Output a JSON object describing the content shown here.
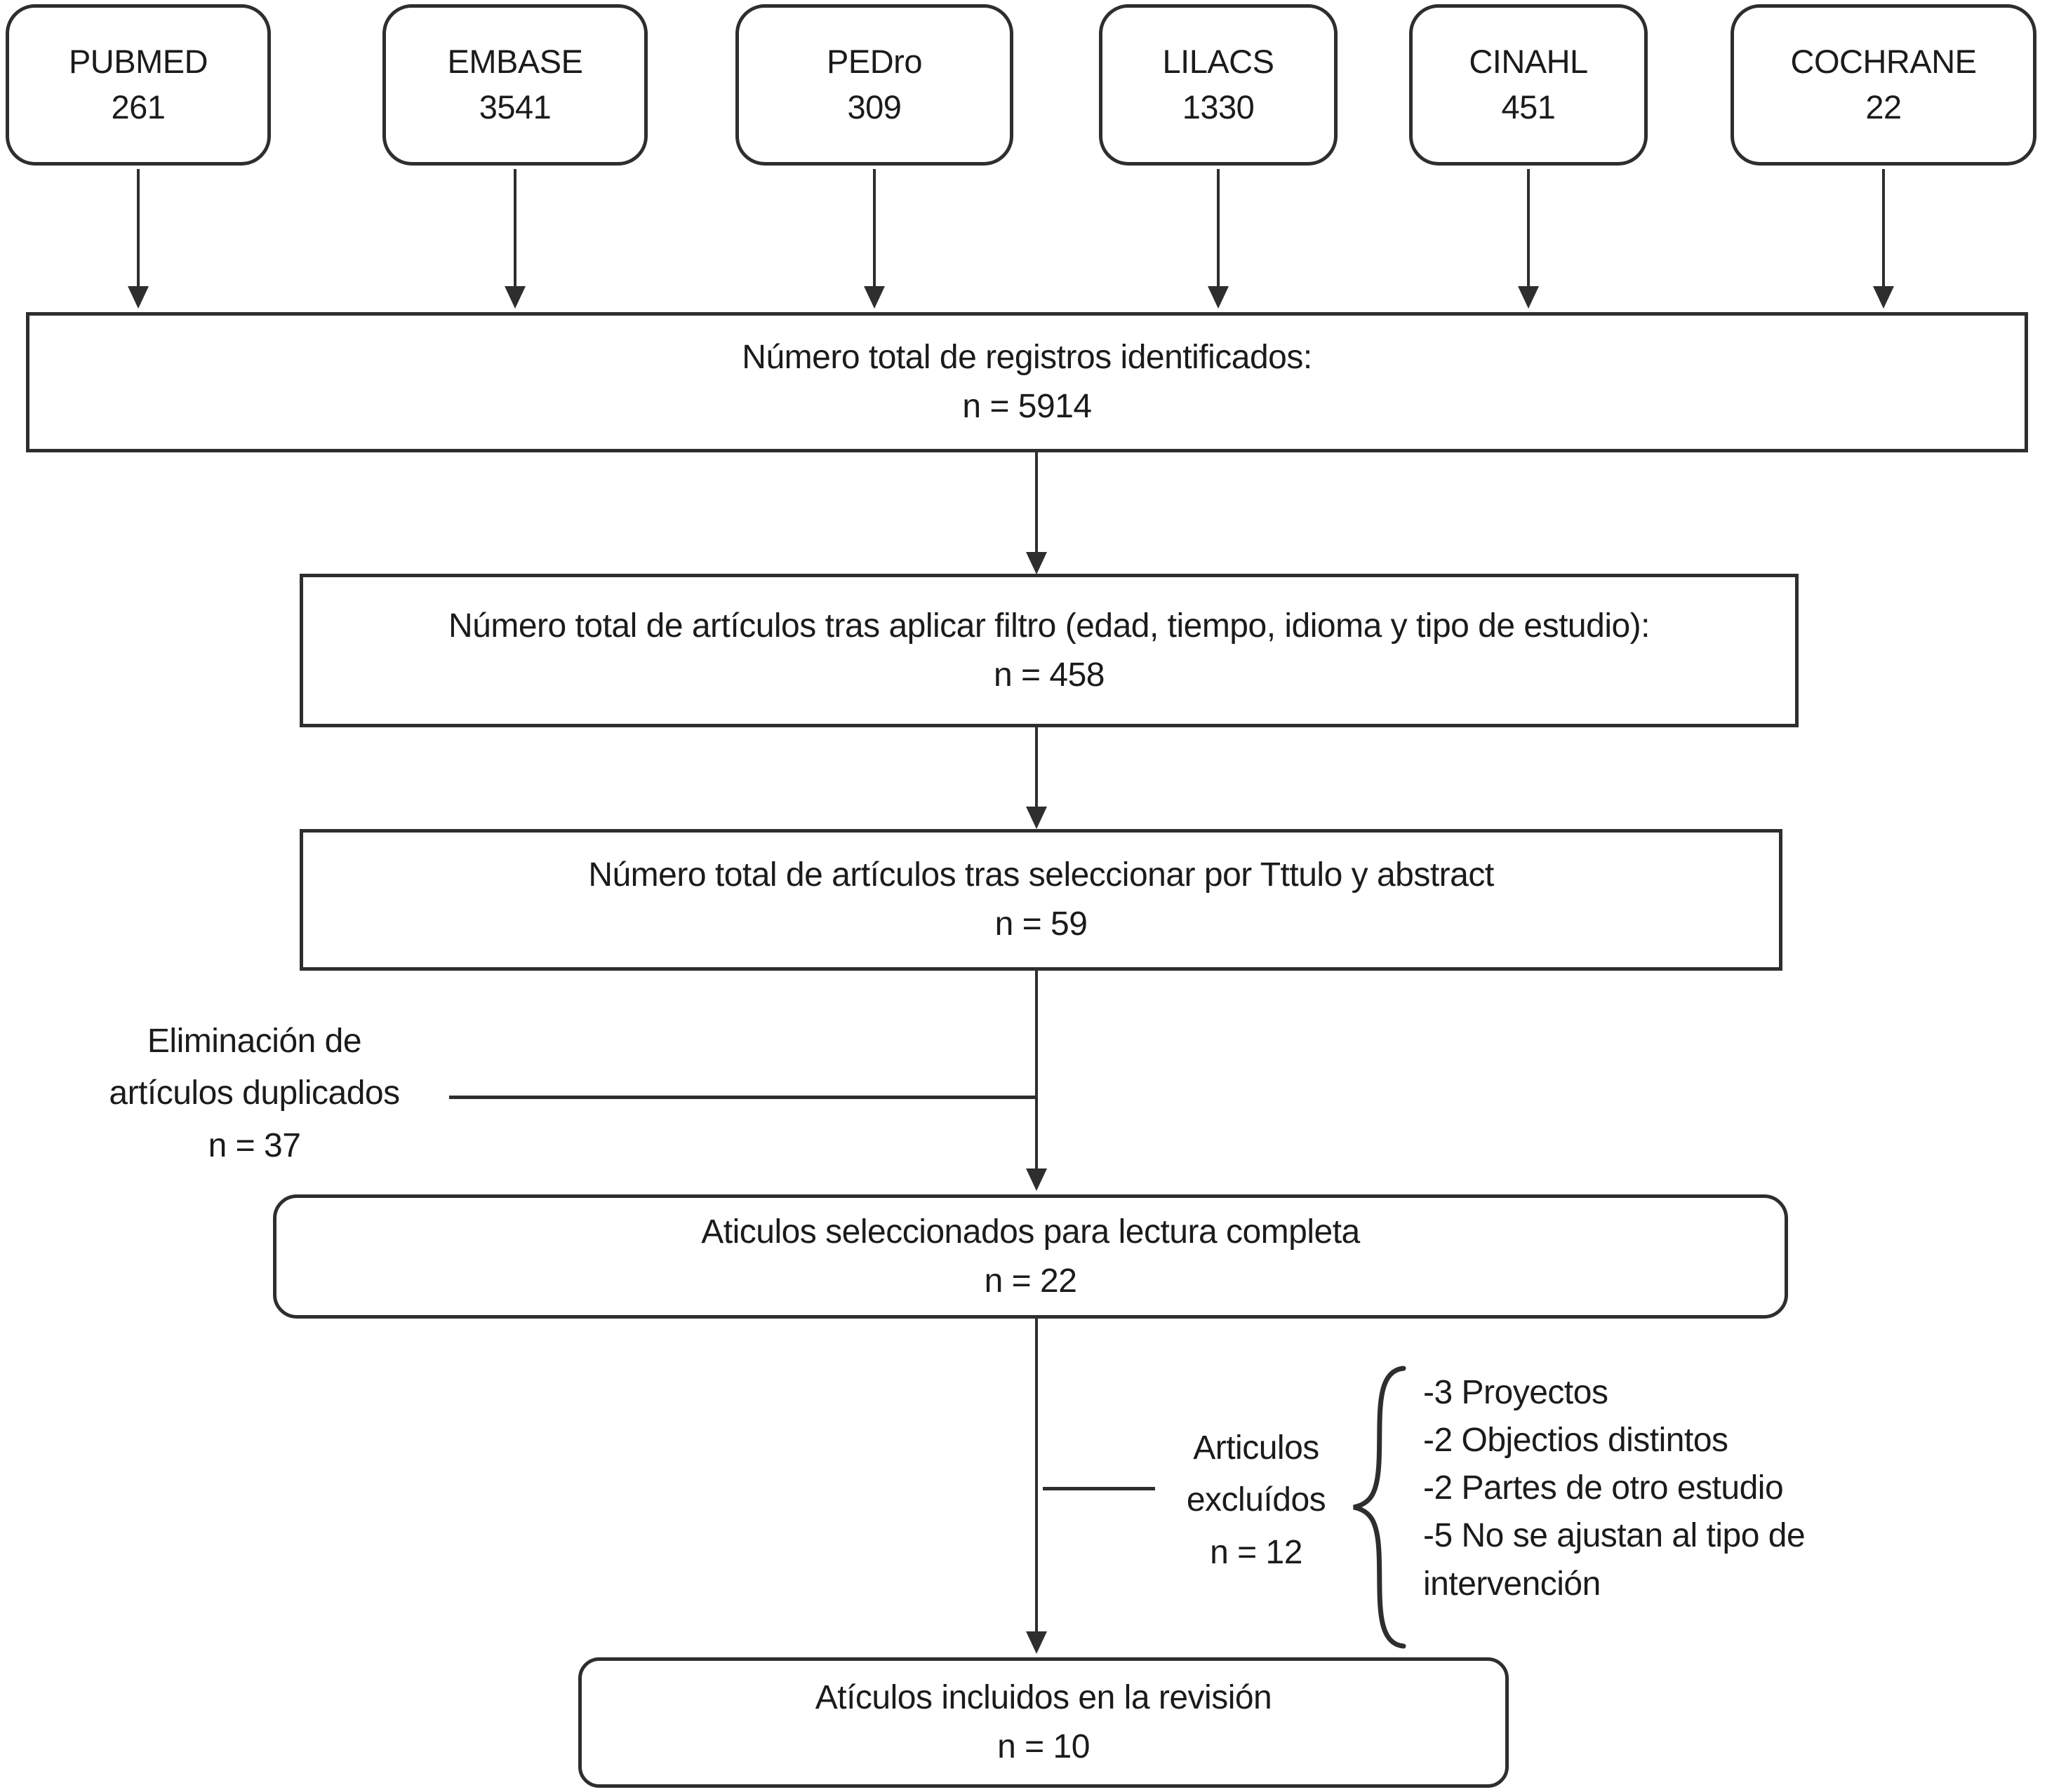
{
  "sources": [
    {
      "name": "PUBMED",
      "count": "261"
    },
    {
      "name": "EMBASE",
      "count": "3541"
    },
    {
      "name": "PEDro",
      "count": "309"
    },
    {
      "name": "LILACS",
      "count": "1330"
    },
    {
      "name": "CINAHL",
      "count": "451"
    },
    {
      "name": "COCHRANE",
      "count": "22"
    }
  ],
  "flow": {
    "identified": {
      "label": "Número total de registros identificados:",
      "n": "n = 5914"
    },
    "filtered": {
      "label": "Número total de artículos tras aplicar filtro (edad, tiempo, idioma y tipo de estudio):",
      "n": "n = 458"
    },
    "title_abstract": {
      "label": "Número total de artículos tras seleccionar por Tttulo y abstract",
      "n": "n = 59"
    },
    "full_text": {
      "label": "Aticulos seleccionados para lectura completa",
      "n": "n = 22"
    },
    "included": {
      "label": "Atículos incluidos en la revisión",
      "n": "n = 10"
    }
  },
  "annotations": {
    "duplicates": {
      "line1": "Eliminación de",
      "line2": "artículos duplicados",
      "line3": "n = 37"
    },
    "excluded": {
      "line1": "Articulos",
      "line2": "excluídos",
      "line3": "n = 12",
      "reasons": [
        "-3 Proyectos",
        "-2 Objectios distintos",
        "-2 Partes de otro estudio",
        "-5 No se ajustan al tipo de intervención"
      ]
    }
  },
  "colors": {
    "stroke": "#2e2e2e",
    "text": "#1b1b1b",
    "background": "#ffffff"
  }
}
